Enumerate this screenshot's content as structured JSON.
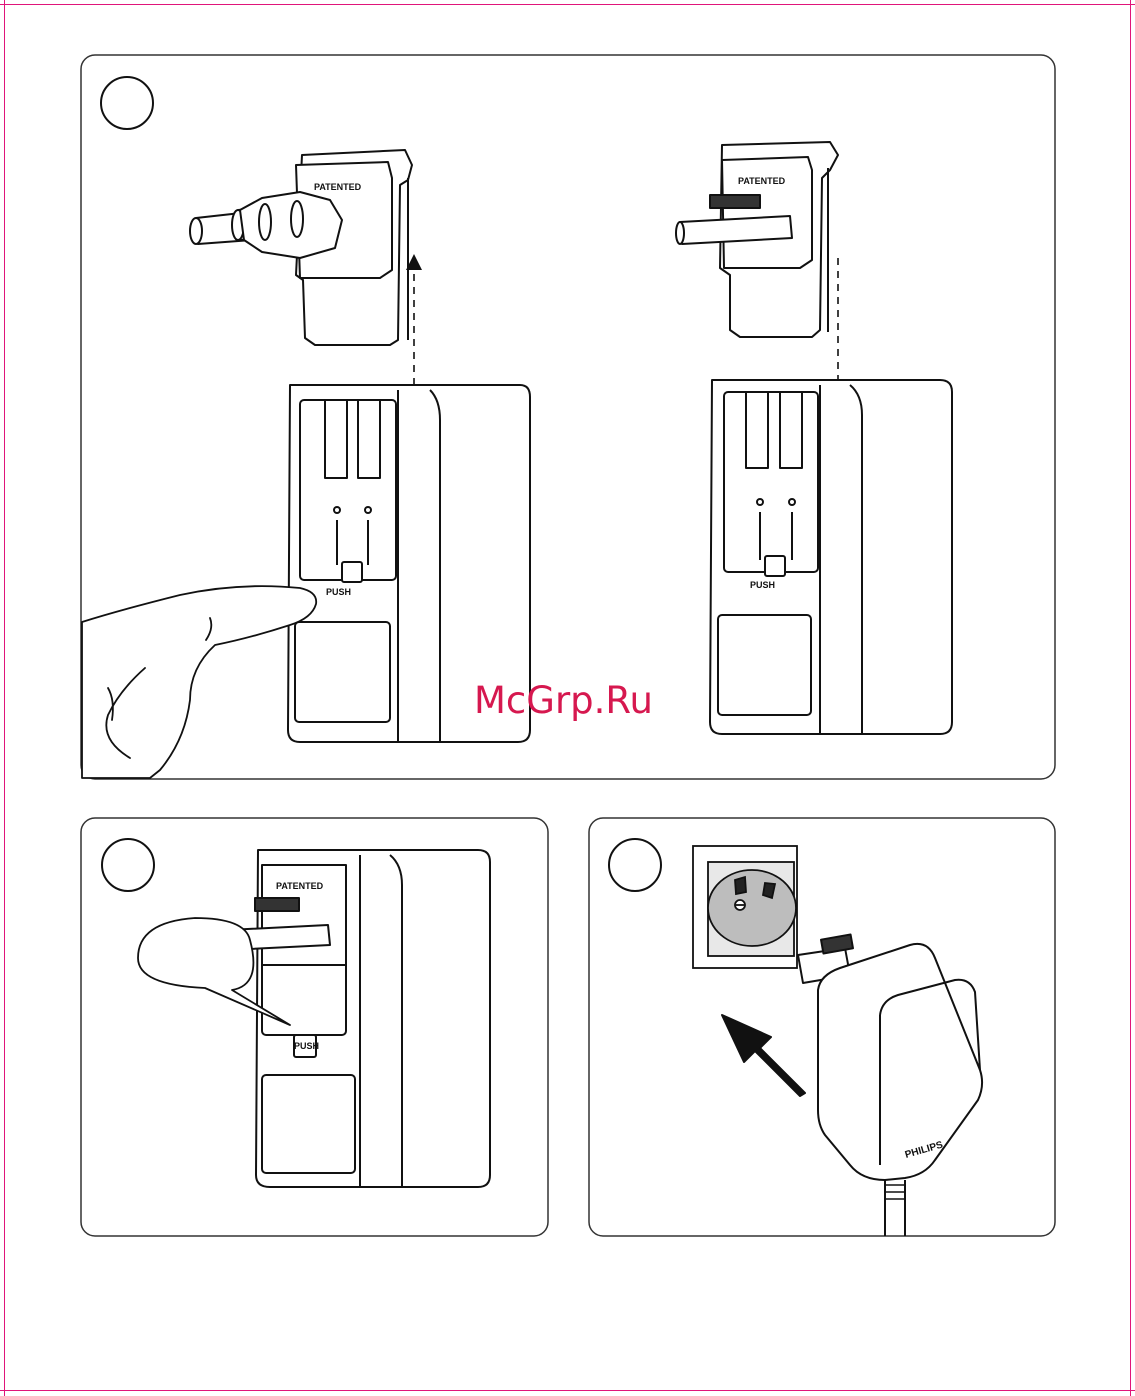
{
  "labels": {
    "patented": "PATENTED",
    "push": "PUSH",
    "brand": "PHILIPS"
  },
  "watermark": "McGrp.Ru",
  "colors": {
    "line": "#1a1a1a",
    "trim_marks": "#e0157a",
    "watermark": "#d6184f",
    "socket_gray": "#bdbdbd"
  }
}
